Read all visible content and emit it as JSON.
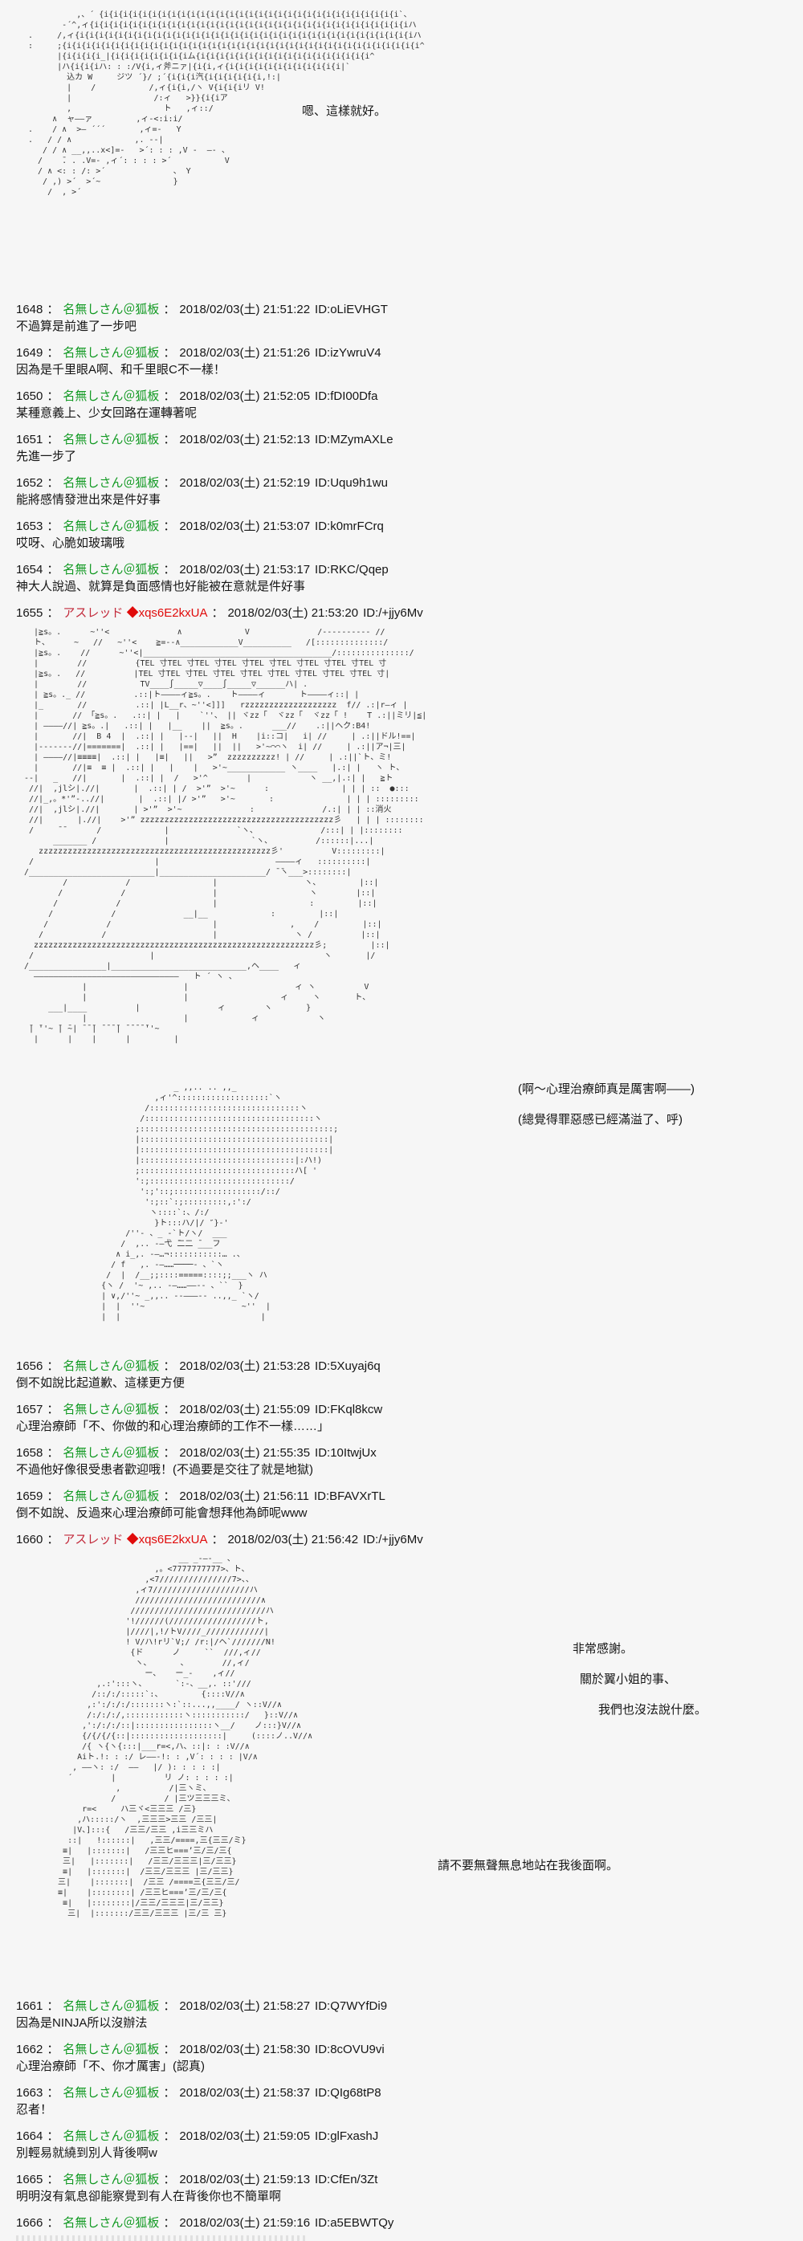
{
  "meta": {
    "sep": "："
  },
  "colors": {
    "background": "#f6f6f6",
    "anon_name_green": "#119922",
    "trip_name_red": "#c2293a",
    "trip_code_red": "#e00b0b",
    "text": "#151515",
    "aa_art": "#333333"
  },
  "aa": {
    "top": {
      "speech": [
        "嗯、這樣就好。"
      ],
      "art": [
        "          ,、´ {i{i{i{i{i{i{i{i{i{i{i{i{i{i{i{i{i{i{i{i{i{i{i{i{i{i{i{i{i{i{i`、",
        "       -´^,ィ{i{i{i{i{i{i{i{i{i{i{i{i{i{i{i{i{i{i{i{i{i{i{i{i{i{i{i{i{i{i{i{i{iハ",
        ".     /,ィ{i{i{i{i{i{i{i{i{i{i{i{i{i{i{i{i{i{i{i{i{i{i{i{i{i{i{i{i{i{i{i{i{i{i{iハ",
        ":     ;{i{i{i{i{i{i{i{i{i{i{i{i{i{i{i{i{i{i{i{i{i{i{i{i{i{i{i{i{i{i{i{i{i{i{i{i{i^",
        "      |{i{i{i{i_|{i{i{i{i{i{i{i{iム{i{i{i{i{i{i{i{i{i{i{i{i{i{i{i{i{i{i^",
        "      |ハ{i{i{iハ: : :/V{i,ィ斧ニァ|{i{i,ィ{i{i{i{i{i{i{i{i{i{i{i{i|`",
        "        込カ W     ジツ ´}/ ;´{i{i{i汽{i{i{i{i{i{i,!:|",
        "        |    /           /,ィ{i{i,/ヽ V{i{i{iリ V!",
        "        |                 /:ィ   >}}{i{iア",
        "        ,                   ト   ,ィ::/",
        "     ∧  ャ――ァ         ,ィ-<:i:i/",
        ".    / ∧  >― ´´´       ,ィ=-   Y",
        ".   / / ∧             ,. -‐|",
        "   / / ∧ __,,..x<]=-   >´: : : ,V -  ―- 、",
        "  /    ̄. . .V=- ,ィ´: : : : >´           V",
        "  / ∧ <: : /: >´              、 Y",
        "   / ,) >´  >´~               }",
        "    /  , >´"
      ]
    },
    "room": {
      "art": [
        "  |≧s。.      ~''<              ∧             V              /---------- //",
        "  ト、     ~   //   ~''<    ≧=--∧____________V__________   /[::::::::::::::/",
        "  |≧s。.    //      ~''<|_______________________________________/:::::::::::::::/",
        "  |        //          {TEL 寸TEL 寸TEL 寸TEL 寸TEL 寸TEL 寸TEL 寸TEL 寸TEL 寸",
        "  |≧s。.   //          |TEL 寸TEL 寸TEL 寸TEL 寸TEL 寸TEL 寸TEL 寸TEL 寸TEL 寸|",
        "  |        //           TV____∫_____▽____∫_____▽______ハ| .",
        "  | ≧s。._ //          .::|ト――――ィ≧s。.    ト――――ィ       ト――――ィ::| |",
        "  |_       //          .::| |L__r、~''<]]]   rzzzzzzzzzzzzzzzzzzz  f// .:|r―ィ |",
        "  |       // 「≧s。.   .::| |   |    `''、 || ヾzz「  ヾzz「  ヾzz「 !    T .:||ミリ|≦|",
        "  | ――――//| ≧s。.|   .::| |   |__    ||  ≧s。.      ___//    .:||ヘク:B4!",
        "  |       //|  B 4  |  .::| |   |--|   ||  H    |i::コ|   i| //     | .:||ドル!==|",
        "  |-------//|=======|  .::| |   |==|   ||  ||   >'~⌒⌒ヽ  i| //     | .:||ア¬|三|",
        "  | ――――//|≡≡≡≡|  .::| |   |≡|   ||   >”  zzzzzzzzzz! | //     | .:||`ト、ミ!",
        "  |       //|≡  ≡ |  .::| |   |    |   >'~____________ ヽ____   |.:| |   ヽ ト、",
        "--|   _   //|       |  .::| |  /   >'^        |            ヽ __,|.:| |   ≧ト",
        " //|  ,jlシ|.//|       |  .::| | /  >'”  >'~      :               | | | ::  ●:::",
        " //|_,。*'”-..//|       |  .::| |/ >'”   >'~       :               | | | :::::::::",
        " //|  ,jlシ|.//|       | >'”  >'~              :              /.:| | | ::消火",
        " //|       |.//|    >'” zzzzzzzzzzzzzzzzzzzzzzzzzzzzzzzzzzzzzzzz彡   | | | ::::::::",
        " /     ̄ ̄       /             |              `ヽ、             /:::| | |::::::::",
        "      _______ /              |                 `ヽ、         /::::::|...|",
        "   zzzzzzzzzzzzzzzzzzzzzzzzzzzzzzzzzzzzzzzzzzzzzzzz彡'          V:::::::::|",
        " /                         |                        ――――ィ   ::::::::::|",
        "/__________________________|______________________/ ̄ ̄ヽ___>::::::::|",
        "        /            /                 |                  ヽ、        |::|",
        "       /            /                  |                   ヽ        |::|",
        "      /            /                   |                   :         |::|",
        "     /            /              __|__             :         |::|",
        "    /            /                     |               ,    /         |::|",
        "   /            /                      |                ヽ /          |::|",
        "  zzzzzzzzzzzzzzzzzzzzzzzzzzzzzzzzzzzzzzzzzzzzzzzzzzzzzzzzzz彡;         |::|",
        " /                        |                                   ヽ       |/",
        "/________________|____________________________,ヘ____   ィ",
        "  ――――――――――――――――――――――――――――――   ト ´ ヽ 、",
        "            |                    |                      ィ ヽ          V",
        "            |                    |                   ィ     ヽ       ト、",
        "     ___|____          |                ィ        ヽ       }",
        "            |                    |             ィ            ヽ",
        " ̄| ̄''~ ̄| ̄~| ̄ ̄ ̄| ̄ ̄ ̄ ̄| ̄ ̄ ̄ ̄ ̄''~",
        "  |      |    |      |         |"
      ]
    },
    "hooded": {
      "speech": [
        "(啊～心理治療師真是厲害啊——)",
        "(總覺得罪惡感已經滿溢了、呼)"
      ],
      "art": [
        "                     _ ,,.. .. ,,_",
        "                 ,ィ'^:::::::::::::::::::`ヽ",
        "               /:::::::::::::::::::::::::::::::ヽ",
        "              /:::::::::::::::::::::::::::::::::::ヽ",
        "             ;::::::::::::::::::::::::::::::::::::::::;",
        "             |:::::::::::::::::::::::::::::::::::::::|",
        "             |:::::::::::::::::::::::::::::::::::::::|",
        "             |::::::::::::::::::::::::::::::::|:ハ!)",
        "             ;::::::::::::::::::::::::::::::::ハ[ '",
        "             ':;:::::::::::::::::::::::::::::/",
        "              ':;'::;::::::::::::::::::/::/",
        "               ':;::`:;:::::::::,:':/",
        "                ヽ::::`:、/:/",
        "                 }ト:::ハ/|/ ″}-'",
        "           /''- 、_ -`ト/ヽ/  ___",
        "          /  ,.. -―弋 ̄二二 ̄___フ",
        "         ∧ i_,. -―…¬:::::::::::… .、",
        "        / f   ,. -―……────‐ 、`ヽ",
        "       /  |  /__;;::::=====::::;;___ヽ ハ",
        "      {ヽ /  '~ ,.. -―……――-- 、``  }",
        "      | ∨,/''~ _,,.. --―――-- ..,,_ `ヽ/",
        "      |  |  ''~                    ~''  |",
        "      |  |                             |"
      ]
    },
    "two_figures": {
      "speech": [
        "非常感謝。",
        "關於翼小姐的事、",
        "我們也沒法說什麼。",
        "請不要無聲無息地站在我後面啊。"
      ],
      "art": [
        "                           __ _-―-__ 、",
        "                      ,。<7777777777>、ト、",
        "                    ,<7///////////////7>、、",
        "                  ,ィ7////////////////////ハ",
        "                  //////////////////////////∧",
        "                 ////////////////////////////ハ",
        "                '!//////(//////////////////ト,",
        "                |////|,!/トV////_////////////|",
        "                ! V/ハ!rリ`V;/ /r:|/ヘ`///////N!",
        "                 {ド      ノ     ``  ///,ィ//",
        "                  ヽ、      、       //,ィ/",
        "                    ー、   ー_-    ,ィ//",
        "          ,.:':::ヽ、      `:-、__,. ::'///",
        "         /::/:/:::::`:、        {::::V//∧",
        "        ,:':/:/:/:::::::ヽ:`::...,,____/ ヽ::V//∧",
        "        /:/:/:/,::::::::::::ヽ:::::::::::/   }::V//∧",
        "       ,':/:/:/::|::::::::::::::::ヽ__/    ノ:::}V//∧",
        "       {/{/{/{::|:::::::::::::::::::|     (::::ノ..V//∧",
        "       /{ ヽ{ヽ{:::|___r=<,ハ、::|: : :V//∧",
        "      Aiト.!: : :/ レ――-!: : ,V´: : : : |V/∧",
        "     , ――ヽ: :/  ――   |/ ): : : : :|",
        "    ´        |          リ ノ: : : : :|",
        "              ,          /|三ヽミ、",
        "             /          / |三ツ三三三ミ、",
        "       r=<     ハ三ヾ<三三三 /三}",
        "      ,ハ:::::/ヽ  ,三三三>三三 /三三|",
        "     |V、]:::{   /三三/三三 ,i三三ミハ",
        "    ::|   !::::::|   ,三三/====,三{三三/ミ}",
        "   ≡|   |:::::::|   /三三ヒ===’三/三/三{",
        "   三|   |:::::::|   /三三/三三三|三/三三}",
        "   ≡|   |:::::::|  /三三/三三三 |三/三三}",
        "  三|    |:::::::|  /三三 /====三{三三/三/",
        "  ≡|    |::::::::| /三三ヒ===’三/三/三{",
        "   ≡|   |::::::::|/三三/三三三|三/三三}",
        "    三|  |:::::::/三三/三三三 |三/三 三}"
      ]
    }
  },
  "posts": [
    {
      "number": "1648",
      "name": "名無しさん＠狐板",
      "datetime": "2018/02/03(土) 21:51:22",
      "id": "ID:oLiEVHGT",
      "body": "不過算是前進了一步吧"
    },
    {
      "number": "1649",
      "name": "名無しさん＠狐板",
      "datetime": "2018/02/03(土) 21:51:26",
      "id": "ID:izYwruV4",
      "body": "因為是千里眼A啊、和千里眼C不一樣！"
    },
    {
      "number": "1650",
      "name": "名無しさん＠狐板",
      "datetime": "2018/02/03(土) 21:52:05",
      "id": "ID:fDI00Dfa",
      "body": "某種意義上、少女回路在運轉著呢"
    },
    {
      "number": "1651",
      "name": "名無しさん＠狐板",
      "datetime": "2018/02/03(土) 21:52:13",
      "id": "ID:MZymAXLe",
      "body": "先進一步了"
    },
    {
      "number": "1652",
      "name": "名無しさん＠狐板",
      "datetime": "2018/02/03(土) 21:52:19",
      "id": "ID:Uqu9h1wu",
      "body": "能將感情發泄出來是件好事"
    },
    {
      "number": "1653",
      "name": "名無しさん＠狐板",
      "datetime": "2018/02/03(土) 21:53:07",
      "id": "ID:k0mrFCrq",
      "body": "哎呀、心脆如玻璃哦"
    },
    {
      "number": "1654",
      "name": "名無しさん＠狐板",
      "datetime": "2018/02/03(土) 21:53:17",
      "id": "ID:RKC/Qqep",
      "body": "神大人說過、就算是負面感情也好能被在意就是件好事"
    },
    {
      "number": "1655",
      "name": "アスレッド",
      "trip": "◆xqs6E2kxUA",
      "datetime": "2018/02/03(土) 21:53:20",
      "id": "ID:/+jjy6Mv",
      "body": ""
    },
    {
      "number": "1656",
      "name": "名無しさん＠狐板",
      "datetime": "2018/02/03(土) 21:53:28",
      "id": "ID:5Xuyaj6q",
      "body": "倒不如說比起道歉、這樣更方便"
    },
    {
      "number": "1657",
      "name": "名無しさん＠狐板",
      "datetime": "2018/02/03(土) 21:55:09",
      "id": "ID:FKql8kcw",
      "body": "心理治療師「不、你做的和心理治療師的工作不一樣……」"
    },
    {
      "number": "1658",
      "name": "名無しさん＠狐板",
      "datetime": "2018/02/03(土) 21:55:35",
      "id": "ID:10ItwjUx",
      "body": "不過他好像很受患者歡迎哦！(不過要是交往了就是地獄)"
    },
    {
      "number": "1659",
      "name": "名無しさん＠狐板",
      "datetime": "2018/02/03(土) 21:56:11",
      "id": "ID:BFAVXrTL",
      "body": "倒不如說、反過來心理治療師可能會想拜他為師呢www"
    },
    {
      "number": "1660",
      "name": "アスレッド",
      "trip": "◆xqs6E2kxUA",
      "datetime": "2018/02/03(土) 21:56:42",
      "id": "ID:/+jjy6Mv",
      "body": ""
    },
    {
      "number": "1661",
      "name": "名無しさん＠狐板",
      "datetime": "2018/02/03(土) 21:58:27",
      "id": "ID:Q7WYfDi9",
      "body": "因為是NINJA所以沒辦法"
    },
    {
      "number": "1662",
      "name": "名無しさん＠狐板",
      "datetime": "2018/02/03(土) 21:58:30",
      "id": "ID:8cOVU9vi",
      "body": "心理治療師「不、你才厲害」(認真)"
    },
    {
      "number": "1663",
      "name": "名無しさん＠狐板",
      "datetime": "2018/02/03(土) 21:58:37",
      "id": "ID:QIg68tP8",
      "body": "忍者！"
    },
    {
      "number": "1664",
      "name": "名無しさん＠狐板",
      "datetime": "2018/02/03(土) 21:59:05",
      "id": "ID:glFxashJ",
      "body": "別輕易就繞到別人背後啊w"
    },
    {
      "number": "1665",
      "name": "名無しさん＠狐板",
      "datetime": "2018/02/03(土) 21:59:13",
      "id": "ID:CfEn/3Zt",
      "body": "明明沒有氣息卻能察覺到有人在背後你也不簡單啊"
    },
    {
      "number": "1666",
      "name": "名無しさん＠狐板",
      "datetime": "2018/02/03(土) 21:59:16",
      "id": "ID:a5EBWTQy",
      "body": ""
    }
  ]
}
